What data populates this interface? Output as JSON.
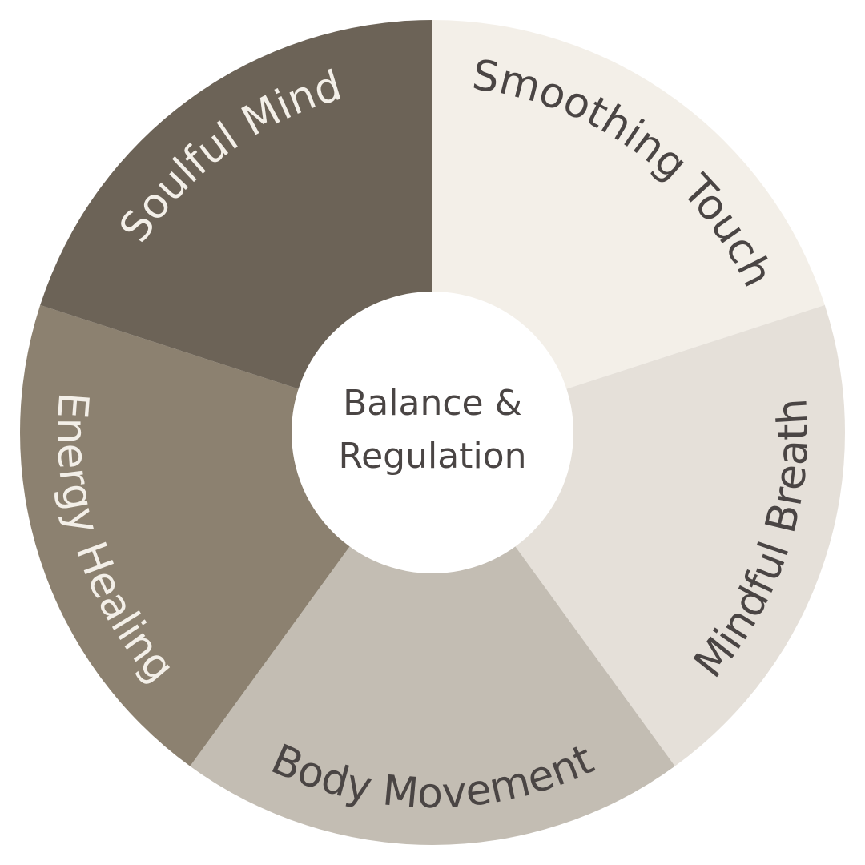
{
  "diagram": {
    "title": "Balance & Regulation wheel",
    "center": {
      "lines": [
        "Balance &",
        "Regulation"
      ],
      "color": "#ffffff",
      "text_color": "#4a4544"
    },
    "segments": [
      {
        "label": "Smoothing Touch",
        "fill": "#f3efe8",
        "text_color": "#4a4544"
      },
      {
        "label": "Mindful Breath",
        "fill": "#e5e0d9",
        "text_color": "#4a4544"
      },
      {
        "label": "Body Movement",
        "fill": "#c3bdb3",
        "text_color": "#4a4544"
      },
      {
        "label": "Energy Healing",
        "fill": "#8c8170",
        "text_color": "#f3efe8"
      },
      {
        "label": "Soulful Mind",
        "fill": "#6c6357",
        "text_color": "#f3efe8"
      }
    ]
  }
}
